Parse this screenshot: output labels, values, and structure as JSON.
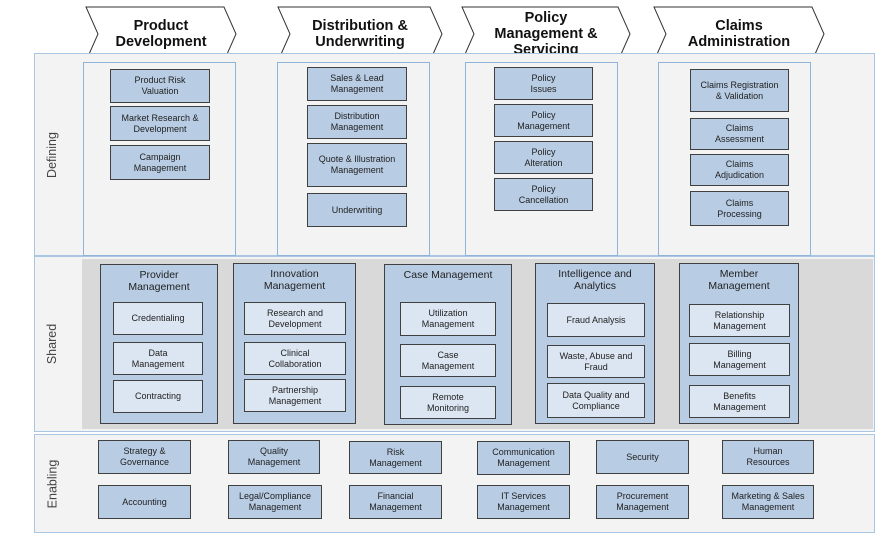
{
  "stages": [
    {
      "label": "Product\nDevelopment"
    },
    {
      "label": "Distribution &\nUnderwriting"
    },
    {
      "label": "Policy\nManagement &\nServicing"
    },
    {
      "label": "Claims\nAdministration"
    }
  ],
  "layers": {
    "defining": "Defining",
    "shared": "Shared",
    "enabling": "Enabling"
  },
  "defining": {
    "product": [
      "Product Risk\nValuation",
      "Market Research &\nDevelopment",
      "Campaign\nManagement"
    ],
    "distribution": [
      "Sales & Lead\nManagement",
      "Distribution\nManagement",
      "Quote & Illustration\nManagement",
      "Underwriting"
    ],
    "policy": [
      "Policy\nIssues",
      "Policy\nManagement",
      "Policy\nAlteration",
      "Policy\nCancellation"
    ],
    "claims": [
      "Claims Registration\n& Validation",
      "Claims\nAssessment",
      "Claims\nAdjudication",
      "Claims\nProcessing"
    ]
  },
  "shared": [
    {
      "title": "Provider\nManagement",
      "items": [
        "Credentialing",
        "Data\nManagement",
        "Contracting"
      ]
    },
    {
      "title": "Innovation\nManagement",
      "items": [
        "Research and\nDevelopment",
        "Clinical\nCollaboration",
        "Partnership\nManagement"
      ]
    },
    {
      "title": "Case Management",
      "items": [
        "Utilization\nManagement",
        "Case\nManagement",
        "Remote\nMonitoring"
      ]
    },
    {
      "title": "Intelligence and\nAnalytics",
      "items": [
        "Fraud Analysis",
        "Waste, Abuse and\nFraud",
        "Data Quality and\nCompliance"
      ]
    },
    {
      "title": "Member\nManagement",
      "items": [
        "Relationship\nManagement",
        "Billing\nManagement",
        "Benefits\nManagement"
      ]
    }
  ],
  "enabling": {
    "row1": [
      "Strategy &\nGovernance",
      "Quality\nManagement",
      "Risk\nManagement",
      "Communication\nManagement",
      "Security",
      "Human\nResources"
    ],
    "row2": [
      "Accounting",
      "Legal/Compliance\nManagement",
      "Financial\nManagement",
      "IT Services\nManagement",
      "Procurement\nManagement",
      "Marketing & Sales\nManagement"
    ]
  }
}
